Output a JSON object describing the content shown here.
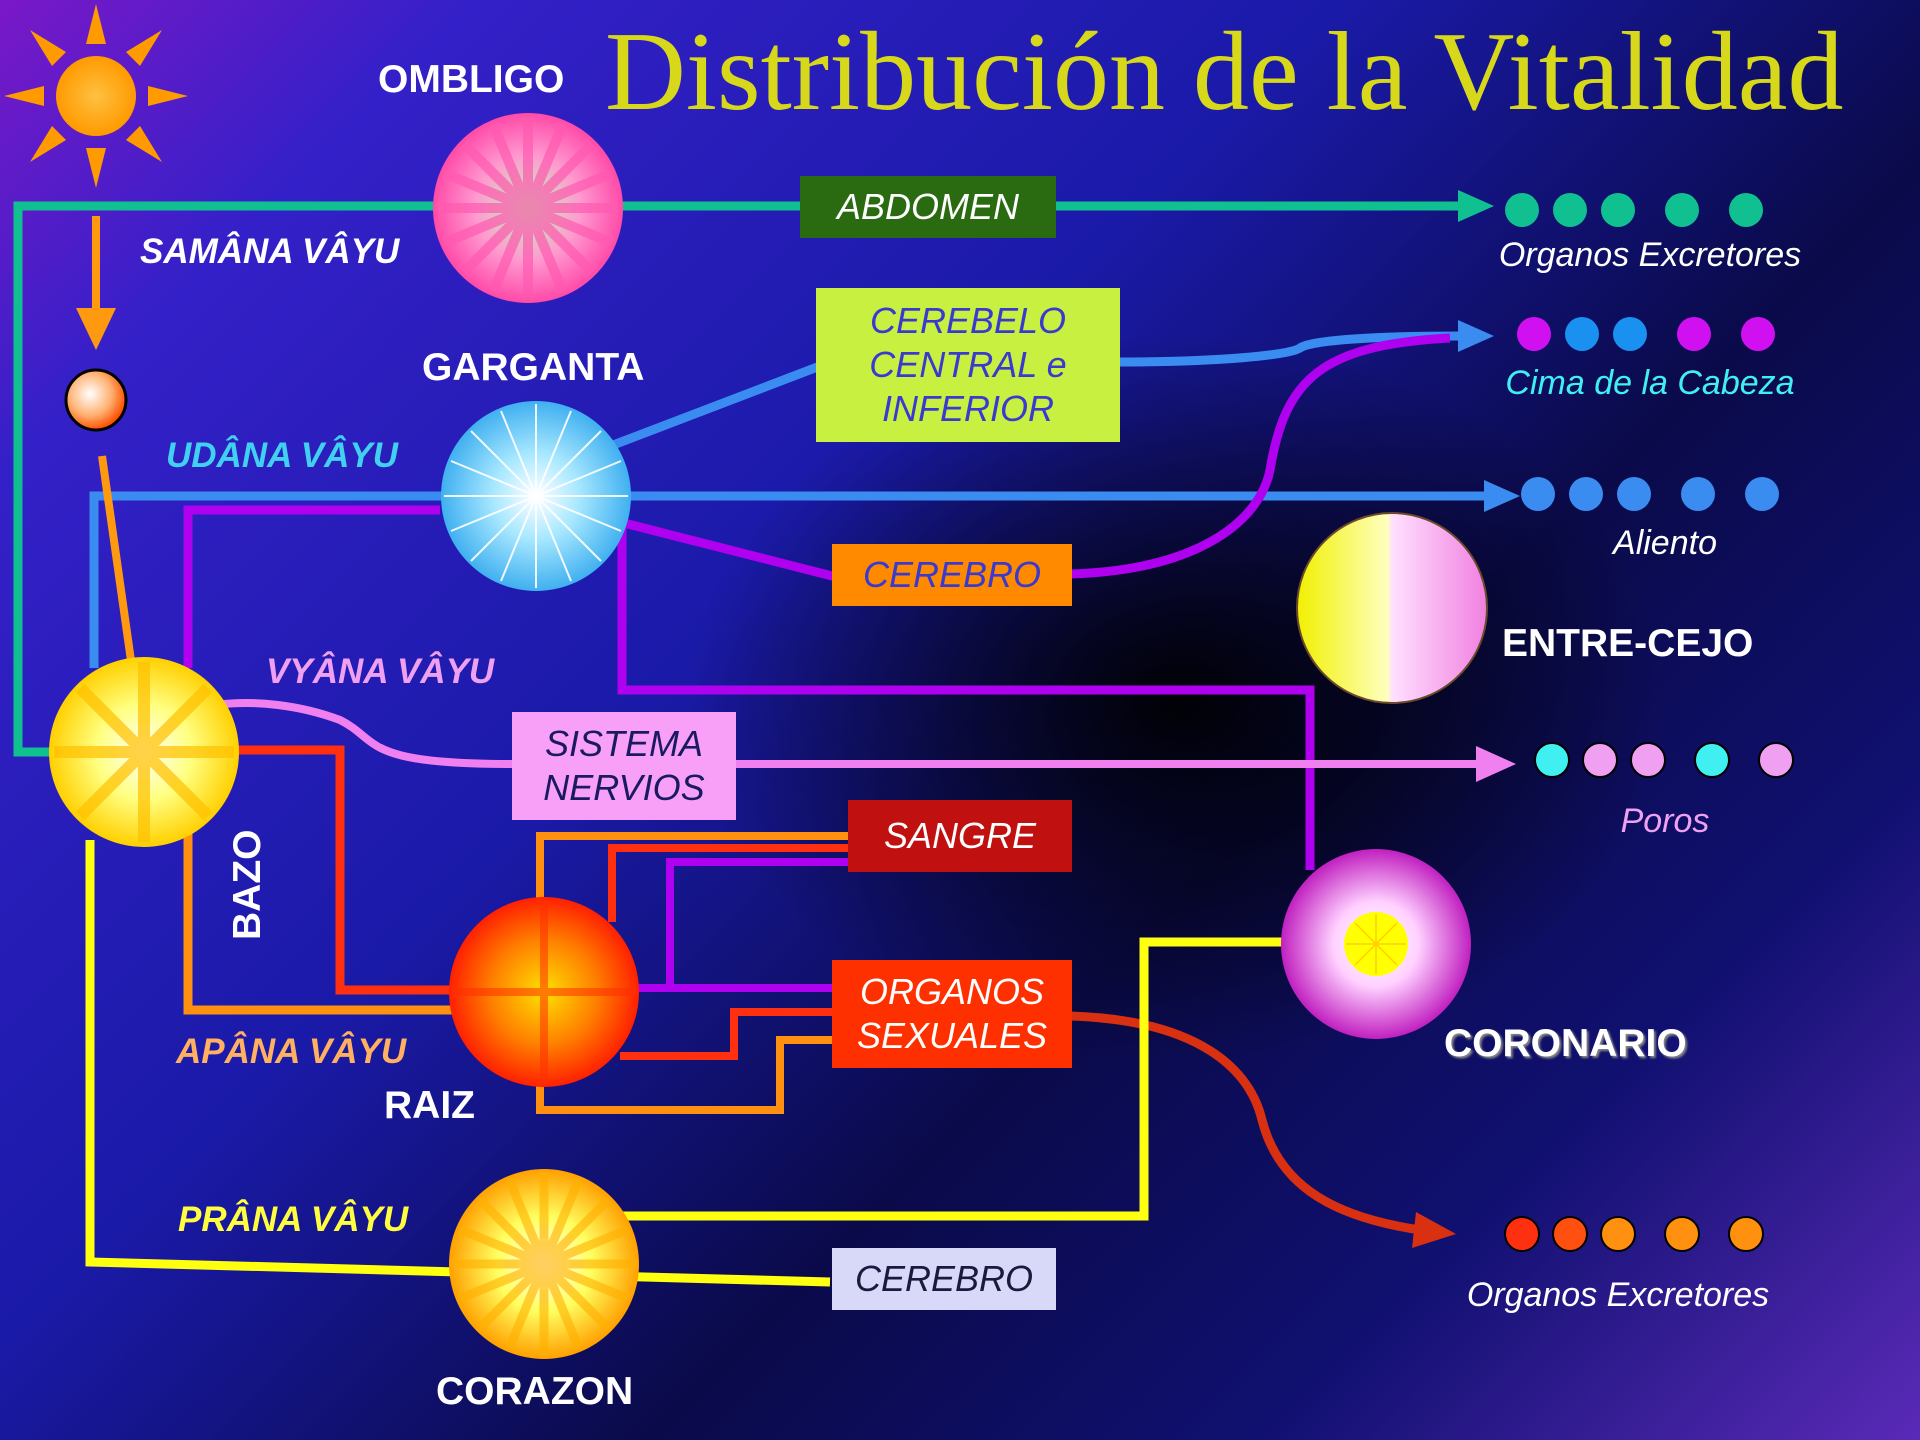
{
  "title": "Distribución de la Vitalidad",
  "centers": {
    "ombligo": "OMBLIGO",
    "garganta": "GARGANTA",
    "entre_cejo": "ENTRE-CEJO",
    "coronario": "CORONARIO",
    "bazo": "BAZO",
    "raiz": "RAIZ",
    "corazon": "CORAZON"
  },
  "vayus": {
    "samana": "SAMÂNA VÂYU",
    "udana": "UDÂNA VÂYU",
    "vyana": "VYÂNA VÂYU",
    "apana": "APÂNA VÂYU",
    "prana": "PRÂNA VÂYU"
  },
  "boxes": {
    "abdomen": "ABDOMEN",
    "cerebelo": [
      "CEREBELO",
      "CENTRAL e",
      "INFERIOR"
    ],
    "cerebro_1": "CEREBRO",
    "sistema": [
      "SISTEMA",
      "NERVIOS"
    ],
    "sangre": "SANGRE",
    "organos_sexuales": [
      "ORGANOS",
      "SEXUALES"
    ],
    "cerebro_2": "CEREBRO"
  },
  "destinations": {
    "organos_excretores_1": "Organos Excretores",
    "cima_cabeza": "Cima de la Cabeza",
    "aliento": "Aliento",
    "poros": "Poros",
    "organos_excretores_2": "Organos Excretores"
  },
  "colors": {
    "title": "#d8d81a",
    "samana": "#10c090",
    "udana": "#3a8cf0",
    "vyana": "#f080f0",
    "apana": "#ff9010",
    "prana": "#ffff10",
    "cerebro_purple": "#b000f0"
  },
  "icons": [
    "sun-icon"
  ]
}
